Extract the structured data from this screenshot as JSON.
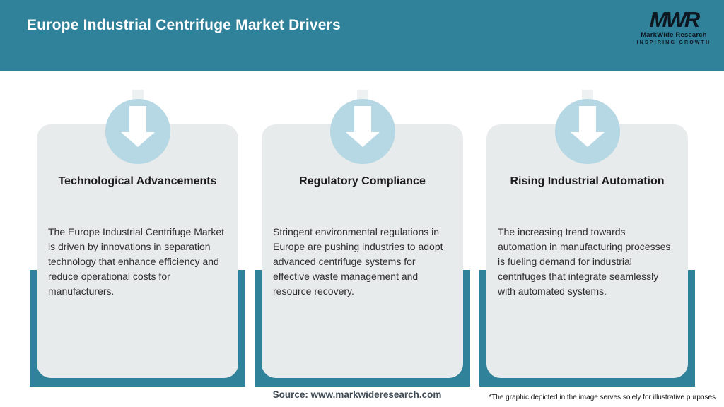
{
  "header": {
    "title": "Europe Industrial Centrifuge Market Drivers",
    "logo": {
      "acronym": "MWR",
      "name": "MarkWide Research",
      "tagline": "INSPIRING GROWTH"
    }
  },
  "cards": [
    {
      "title": "Technological Advancements",
      "description": "The Europe Industrial Centrifuge Market is driven by innovations in separation technology that enhance efficiency and reduce operational costs for manufacturers.",
      "icon": "down-arrow-icon"
    },
    {
      "title": "Regulatory Compliance",
      "description": "Stringent environmental regulations in Europe are pushing industries to adopt advanced centrifuge systems for effective waste management and resource recovery.",
      "icon": "down-arrow-icon"
    },
    {
      "title": "Rising Industrial Automation",
      "description": "The increasing trend towards automation in manufacturing processes is fueling demand for industrial centrifuges that integrate seamlessly with automated systems.",
      "icon": "down-arrow-icon"
    }
  ],
  "footer": {
    "source": "Source: www.markwideresearch.com",
    "disclaimer": "*The graphic depicted in the image serves solely for illustrative purposes"
  },
  "colors": {
    "teal": "#30819a",
    "light_blue": "#b5d8e4",
    "card_bg": "#e8ebeb",
    "title_text": "#ffffff",
    "body_text": "#2e2e2e"
  }
}
